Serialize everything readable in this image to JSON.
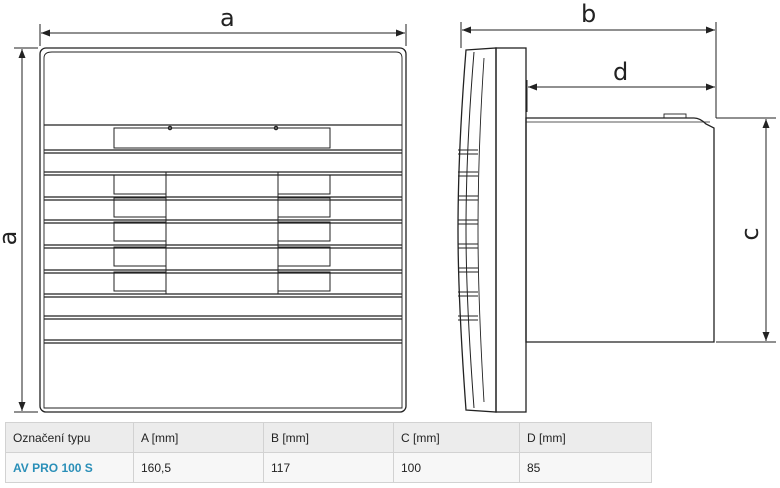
{
  "dimension_labels": {
    "a_top": "a",
    "a_side": "a",
    "b": "b",
    "c": "c",
    "d": "d"
  },
  "spec_table": {
    "headers": [
      "Označení typu",
      "A [mm]",
      "B [mm]",
      "C [mm]",
      "D [mm]"
    ],
    "row": {
      "model": "AV PRO 100 S",
      "a": "160,5",
      "b": "117",
      "c": "100",
      "d": "85"
    }
  },
  "colors": {
    "line": "#222222",
    "model_text": "#2a8fb8",
    "header_bg": "#ececec",
    "row_bg": "#f7f7f7"
  }
}
